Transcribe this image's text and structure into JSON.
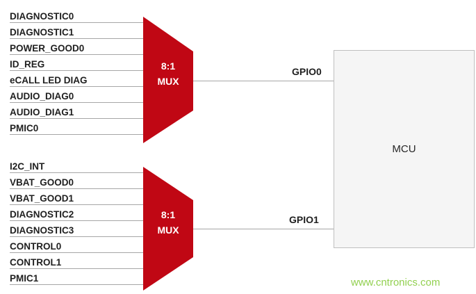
{
  "diagram": {
    "mux_top": {
      "label_line1": "8:1",
      "label_line2": "MUX",
      "inputs": [
        "DIAGNOSTIC0",
        "DIAGNOSTIC1",
        "POWER_GOOD0",
        "ID_REG",
        "eCALL LED DIAG",
        "AUDIO_DIAG0",
        "AUDIO_DIAG1",
        "PMIC0"
      ],
      "output_label": "GPIO0"
    },
    "mux_bottom": {
      "label_line1": "8:1",
      "label_line2": "MUX",
      "inputs": [
        "I2C_INT",
        "VBAT_GOOD0",
        "VBAT_GOOD1",
        "DIAGNOSTIC2",
        "DIAGNOSTIC3",
        "CONTROL0",
        "CONTROL1",
        "PMIC1"
      ],
      "output_label": "GPIO1"
    },
    "mcu": {
      "label": "MCU"
    },
    "watermark": "www.cntronics.com",
    "colors": {
      "mux_fill": "#c00714",
      "wire": "#a6a6a6",
      "watermark": "#92d050",
      "mcu_fill": "#f5f5f5",
      "mcu_border": "#bfbfbf",
      "text": "#1f1f1f"
    }
  }
}
